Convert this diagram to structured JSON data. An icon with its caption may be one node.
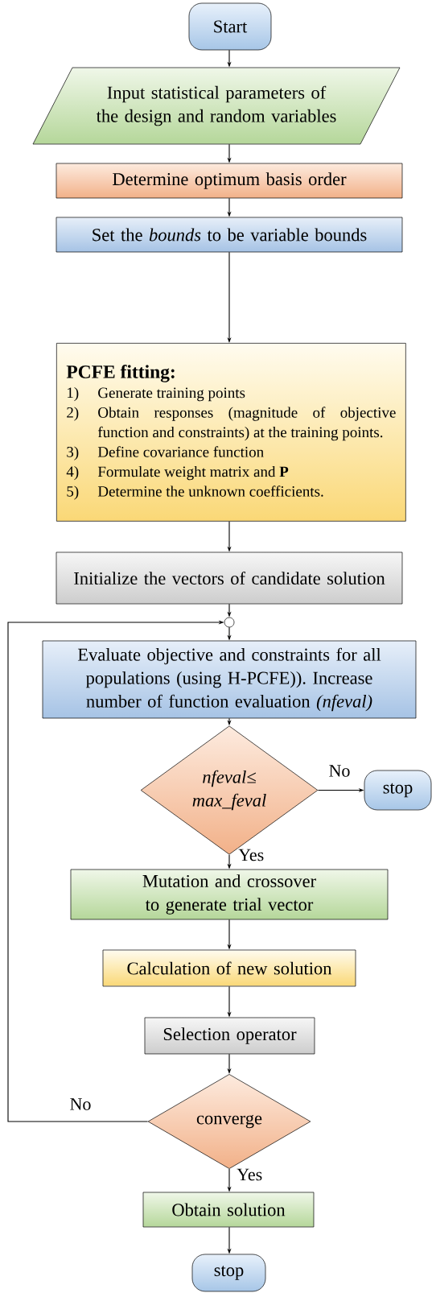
{
  "diagram": {
    "nodes": [
      {
        "text": [
          "Start"
        ]
      },
      {
        "text": [
          "Input statistical parameters of the design and random variables"
        ]
      },
      {
        "text": [
          "Determine optimum basis order"
        ]
      },
      {
        "text": [
          "Set the *bounds* to be variable bounds"
        ]
      },
      {
        "text": [
          "PCFE fitting:",
          "1)",
          "Generate training points",
          "2)",
          "Obtain responses (magnitude of objective function and constraints) at the training points.",
          "3)",
          "Define covariance function",
          "4)",
          "Formulate weight matrix and **P**",
          "5)",
          "Determine the unknown coefficients."
        ]
      },
      {
        "text": [
          "Initialize the vectors of candidate solution"
        ]
      },
      {
        "text": [],
        "shape": "circle"
      },
      {
        "text": [
          "Evaluate objective and constraints for all populations (using H-PCFE)). Increase number of function evaluation *(nfeval)*"
        ]
      },
      {
        "text": [
          "nfeval≤ max_feval"
        ]
      },
      {
        "text": [
          "stop"
        ]
      },
      {
        "text": [
          "Mutation and crossover to generate trial vector"
        ]
      },
      {
        "text": [
          "Calculation of new solution"
        ]
      },
      {
        "text": [
          "Selection operator"
        ]
      },
      {
        "text": [
          "converge"
        ]
      },
      {
        "text": [
          "Obtain solution"
        ]
      },
      {
        "text": [
          "stop"
        ]
      }
    ],
    "edges": [
      {
        "from": 0,
        "to": 1,
        "arrow": "to"
      },
      {
        "from": 1,
        "to": 2,
        "arrow": "to"
      },
      {
        "from": 2,
        "to": 3,
        "arrow": "to"
      },
      {
        "from": 3,
        "to": 4,
        "arrow": "to"
      },
      {
        "from": 4,
        "to": 5,
        "arrow": "to"
      },
      {
        "from": 5,
        "to": 6,
        "arrow": "to"
      },
      {
        "from": 6,
        "to": 7,
        "arrow": "to"
      },
      {
        "from": 7,
        "to": 8,
        "arrow": "to"
      },
      {
        "from": 8,
        "to": 9,
        "arrow": "to",
        "label": "No"
      },
      {
        "from": 8,
        "to": 10,
        "arrow": "to",
        "label": "Yes"
      },
      {
        "from": 10,
        "to": 11,
        "arrow": "to"
      },
      {
        "from": 11,
        "to": 12,
        "arrow": "to"
      },
      {
        "from": 12,
        "to": 13,
        "arrow": "to"
      },
      {
        "from": 13,
        "to": 14,
        "arrow": "to",
        "label": "Yes"
      },
      {
        "from": 13,
        "to": 6,
        "arrow": "to",
        "label": "No"
      },
      {
        "from": 14,
        "to": 15,
        "arrow": "to"
      }
    ]
  }
}
